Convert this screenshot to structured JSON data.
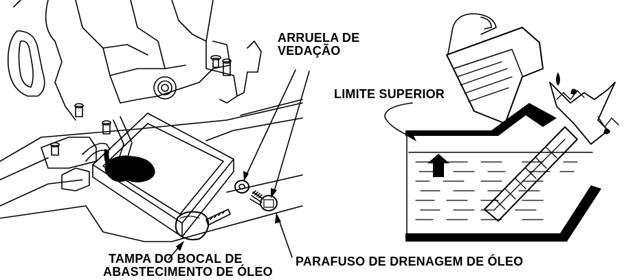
{
  "labels": {
    "sealing_washer_line1": "ARRUELA DE",
    "sealing_washer_line2": "VEDAÇÃO",
    "upper_limit": "LIMITE SUPERIOR",
    "filler_cap_line1": "TAMPA DO BOCAL DE",
    "filler_cap_line2": "ABASTECIMENTO DE ÓLEO",
    "drain_bolt": "PARAFUSO DE DRENAGEM DE ÓLEO"
  },
  "colors": {
    "ink": "#000000",
    "paper": "#ffffff"
  }
}
